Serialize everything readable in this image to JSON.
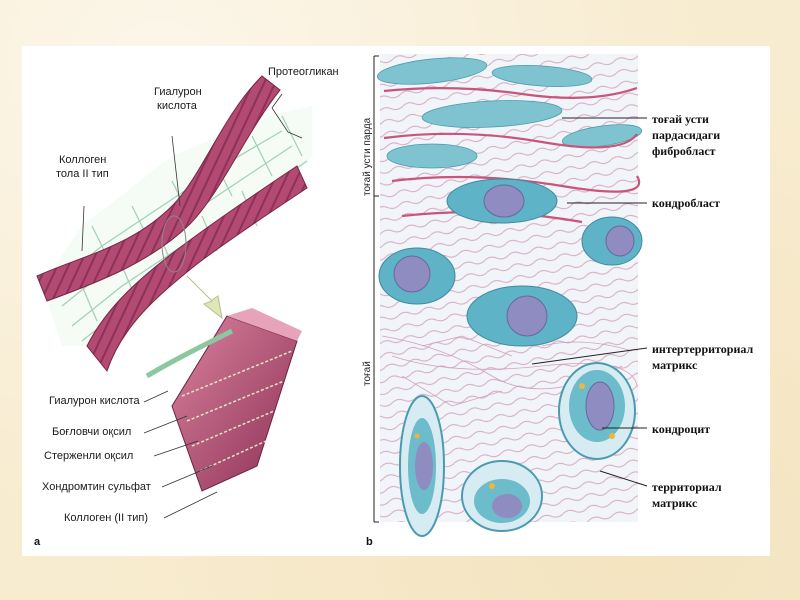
{
  "colors": {
    "background": "#f8ecd0",
    "slide": "#ffffff",
    "collagen": "#b24a72",
    "glycosaminoglycan": "#8cc7a0",
    "cell_nucleus": "#8f8cc2",
    "cytoplasm": "#5fb3c7"
  },
  "panel_a": {
    "letter": "a",
    "labels": {
      "proteoglycan": "Протеогликан",
      "hyaluronic_acid_top_line1": "Гиалурон",
      "hyaluronic_acid_top_line2": "кислота",
      "collagen_fiber_line1": "Коллоген",
      "collagen_fiber_line2": "тола II тип",
      "hyaluronic_acid": "Гиалурон кислота",
      "link_protein": "Боғловчи оқсил",
      "core_protein": "Стерженли оқсил",
      "chondroitin_sulfate": "Хондромтин сульфат",
      "collagen_type2": "Коллоген (II тип)"
    }
  },
  "panel_b": {
    "letter": "b",
    "side_labels": {
      "perichondrium": "тоғай усти парда",
      "cartilage": "тоғай"
    },
    "labels": {
      "fibroblast_line1": "тоғай      усти",
      "fibroblast_line2": "пардасидаги",
      "fibroblast_line3": "фибробласт",
      "chondroblast": "кондробласт",
      "interterritorial_line1": "интертерриториал",
      "interterritorial_line2": "матрикс",
      "chondrocyte": "кондроцит",
      "territorial_line1": "территориал",
      "territorial_line2": "матрикс"
    }
  }
}
